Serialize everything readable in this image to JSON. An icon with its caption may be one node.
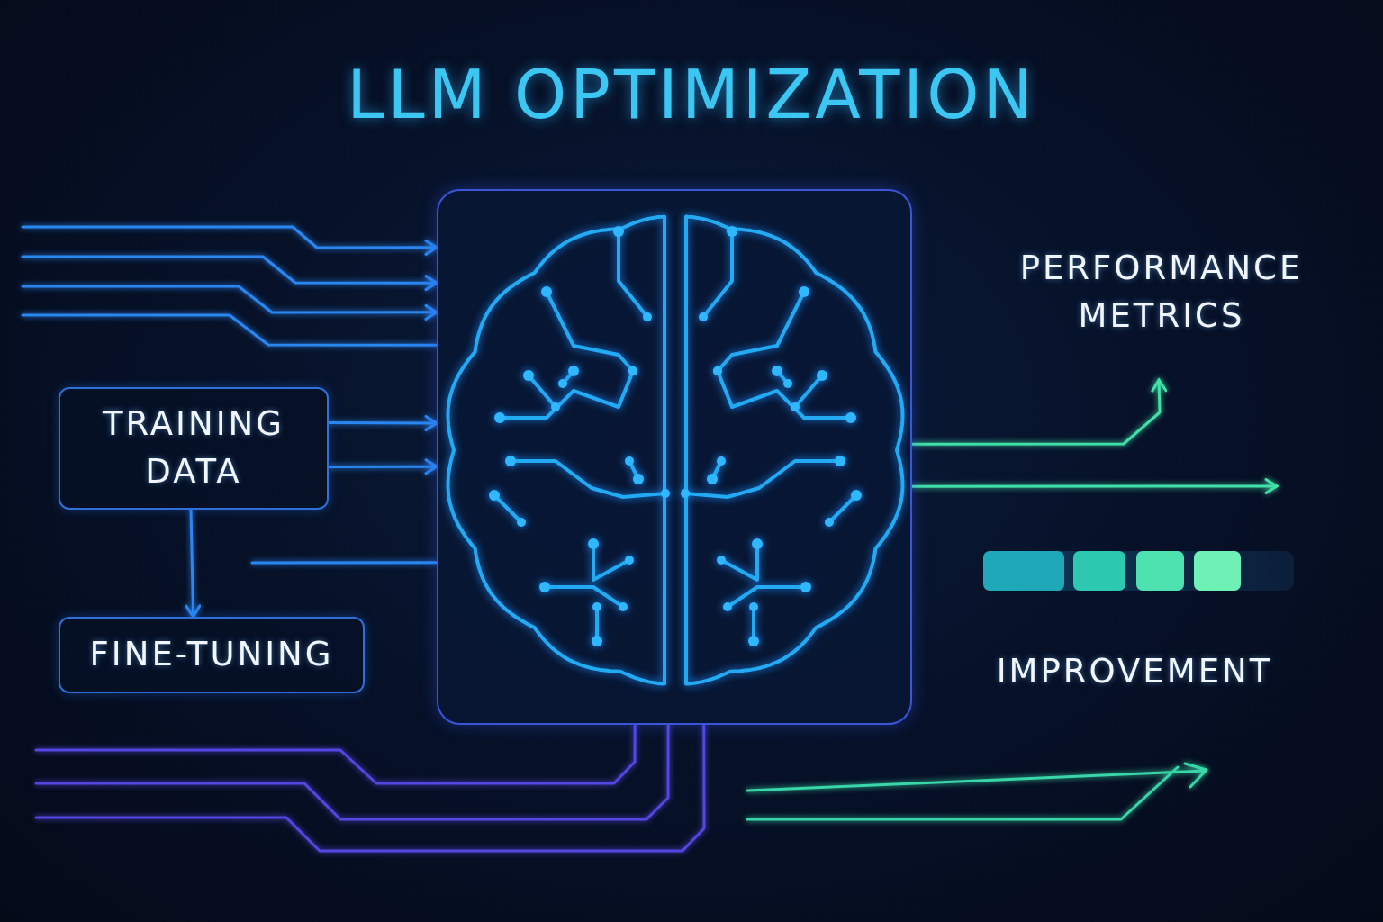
{
  "diagram": {
    "title": "LLM OPTIMIZATION",
    "nodes": [
      {
        "text": [
          "TRAINING DATA"
        ]
      },
      {
        "text": [
          "FINE-TUNING"
        ]
      },
      {
        "text": [],
        "shape": "picture"
      },
      {
        "text": [
          "PERFORMANCE METRICS"
        ]
      },
      {
        "text": [
          "IMPROVEMENT"
        ]
      }
    ],
    "edges": [
      {
        "from": 0,
        "to": 1,
        "arrow": "to"
      },
      {
        "from": 0,
        "to": 2,
        "arrow": "to"
      },
      {
        "from": 0,
        "to": 2,
        "arrow": "to"
      },
      {
        "from": null,
        "to": 2,
        "arrow": "to"
      },
      {
        "from": null,
        "to": 2,
        "arrow": "to"
      },
      {
        "from": null,
        "to": 2,
        "arrow": "to"
      },
      {
        "from": null,
        "to": 2,
        "arrow": "none"
      },
      {
        "from": null,
        "to": 2,
        "arrow": "none"
      },
      {
        "from": null,
        "to": 2,
        "arrow": "none",
        "color": "#5446e0"
      },
      {
        "from": null,
        "to": 2,
        "arrow": "none",
        "color": "#5446e0"
      },
      {
        "from": null,
        "to": 2,
        "arrow": "none",
        "color": "#5446e0"
      },
      {
        "from": 2,
        "to": 3,
        "arrow": "to",
        "color": "#40e0a8"
      },
      {
        "from": 2,
        "to": null,
        "arrow": "to",
        "color": "#40e0a8"
      }
    ]
  }
}
